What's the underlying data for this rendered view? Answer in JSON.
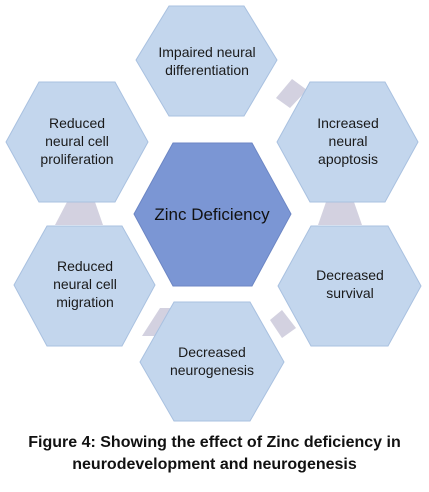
{
  "center": {
    "label": "Zinc Deficiency"
  },
  "outer": [
    {
      "lines": [
        "Impaired neural",
        "differentiation"
      ]
    },
    {
      "lines": [
        "Increased",
        "neural",
        "apoptosis"
      ]
    },
    {
      "lines": [
        "Decreased",
        "survival"
      ]
    },
    {
      "lines": [
        "Decreased",
        "neurogenesis"
      ]
    },
    {
      "lines": [
        "Reduced",
        "neural cell",
        "migration"
      ]
    },
    {
      "lines": [
        "Reduced",
        "neural cell",
        "proliferation"
      ]
    }
  ],
  "caption": {
    "line1": "Figure 4: Showing the effect of Zinc deficiency in",
    "line2": "neurodevelopment and neurogenesis"
  },
  "colors": {
    "outer_fill": "#c3d6ed",
    "outer_stroke": "#a9c1e0",
    "center_fill": "#7b96d4",
    "center_stroke": "#6c86c4",
    "connector_fill": "#d3d1e0"
  }
}
